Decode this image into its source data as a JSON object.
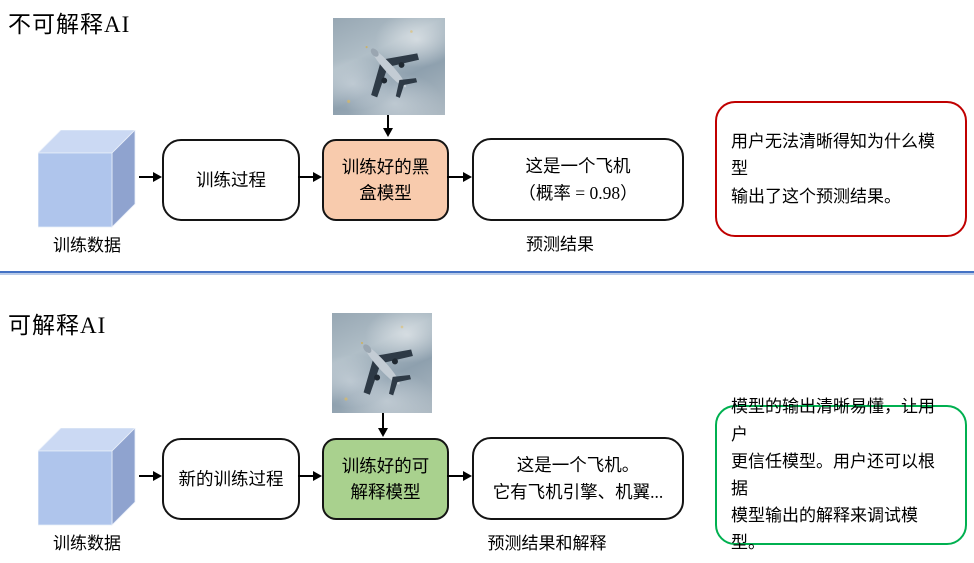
{
  "colors": {
    "model_blackbox_fill": "#F8CBAD",
    "model_explainable_fill": "#A9D18E",
    "note_blackbox_border": "#C00000",
    "note_explainable_border": "#00B050",
    "divider_blue": "#4472C4",
    "cube_front": "#AFC5EC",
    "cube_top": "#CBD9F3",
    "cube_side": "#8FA3CF"
  },
  "top": {
    "title": "不可解释AI",
    "cube_label": "训练数据",
    "process_label": "训练过程",
    "model_label": "训练好的黑\n盒模型",
    "prediction_text": "这是一个飞机\n（概率 = 0.98）",
    "prediction_label": "预测结果",
    "note": "用户无法清晰得知为什么模型\n输出了这个预测结果。"
  },
  "bottom": {
    "title": "可解释AI",
    "cube_label": "训练数据",
    "process_label": "新的训练过程",
    "model_label": "训练好的可\n解释模型",
    "prediction_text": "这是一个飞机。\n它有飞机引擎、机翼...",
    "prediction_label": "预测结果和解释",
    "note": "模型的输出清晰易懂，让用户\n更信任模型。用户还可以根据\n模型输出的解释来调试模型。"
  }
}
